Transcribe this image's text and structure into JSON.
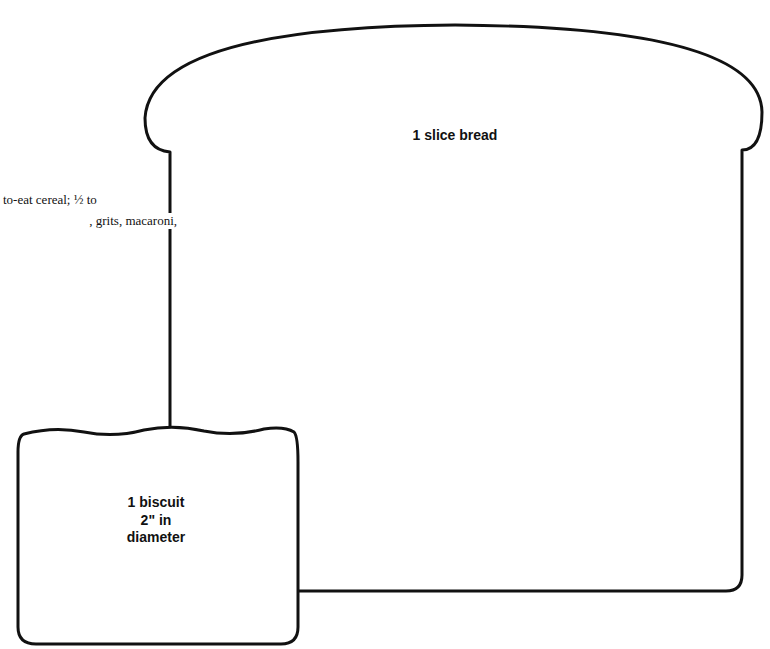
{
  "diagram": {
    "nodes": [
      {
        "text": [
          "1 slice bread"
        ]
      },
      {
        "text": [
          "1 biscuit 2\" in diameter"
        ]
      }
    ],
    "labels": [
      "to-eat cereal; ½ to",
      ", grits, macaroni,"
    ]
  }
}
